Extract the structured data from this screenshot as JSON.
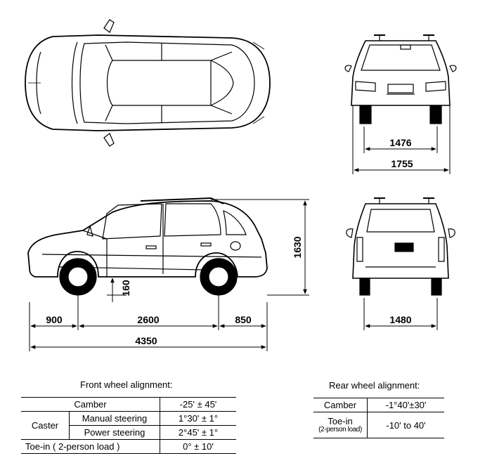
{
  "dimensions": {
    "front_track": "1476",
    "overall_width": "1755",
    "overall_height": "1630",
    "ground_clearance": "160",
    "front_overhang": "900",
    "wheelbase": "2600",
    "rear_overhang": "850",
    "overall_length": "4350",
    "rear_track": "1480"
  },
  "front_alignment": {
    "title": "Front wheel alignment:",
    "camber_label": "Camber",
    "camber_value": "-25' ± 45'",
    "caster_label": "Caster",
    "manual_label": "Manual steering",
    "manual_value": "1°30' ± 1°",
    "power_label": "Power steering",
    "power_value": "2°45' ± 1°",
    "toein_label": "Toe-in ( 2-person load )",
    "toein_value": "0° ± 10'"
  },
  "rear_alignment": {
    "title": "Rear wheel alignment:",
    "camber_label": "Camber",
    "camber_value": "-1°40'±30'",
    "toein_label": "Toe-in",
    "toein_sub": "(2-person load)",
    "toein_value": "-10' to 40'"
  }
}
